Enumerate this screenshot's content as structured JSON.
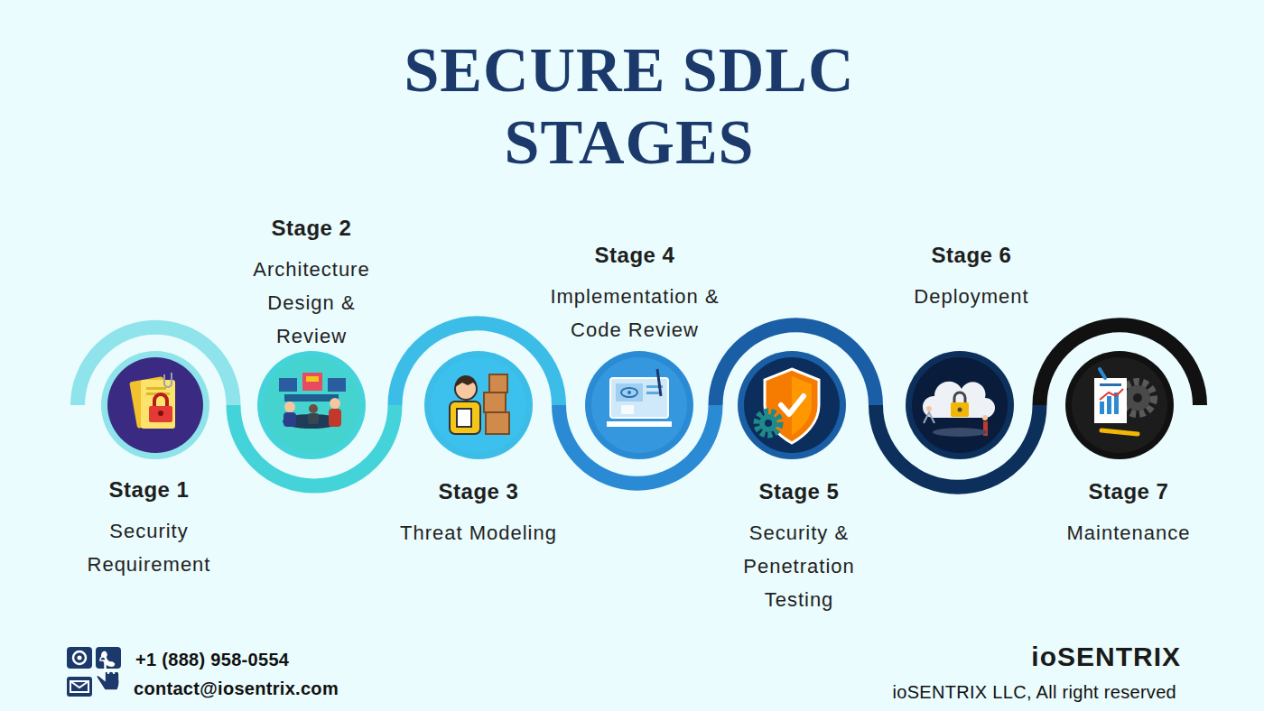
{
  "diagram": {
    "title": "SECURE SDLC STAGES",
    "nodes": [
      {
        "text": [
          "Stage 1",
          "Security Requirement"
        ]
      },
      {
        "text": [
          "Stage 2",
          "Architecture Design & Review"
        ]
      },
      {
        "text": [
          "Stage 3",
          "Threat Modeling"
        ]
      },
      {
        "text": [
          "Stage 4",
          "Implementation & Code Review"
        ]
      },
      {
        "text": [
          "Stage 5",
          "Security & Penetration Testing"
        ]
      },
      {
        "text": [
          "Stage 6",
          "Deployment"
        ]
      },
      {
        "text": [
          "Stage 7",
          "Maintenance"
        ]
      }
    ],
    "labels": [
      "+1 (888) 958-0554",
      "contact@iosentrix.com",
      "ioSENTRIX",
      "ioSENTRIX LLC, All right reserved"
    ]
  }
}
